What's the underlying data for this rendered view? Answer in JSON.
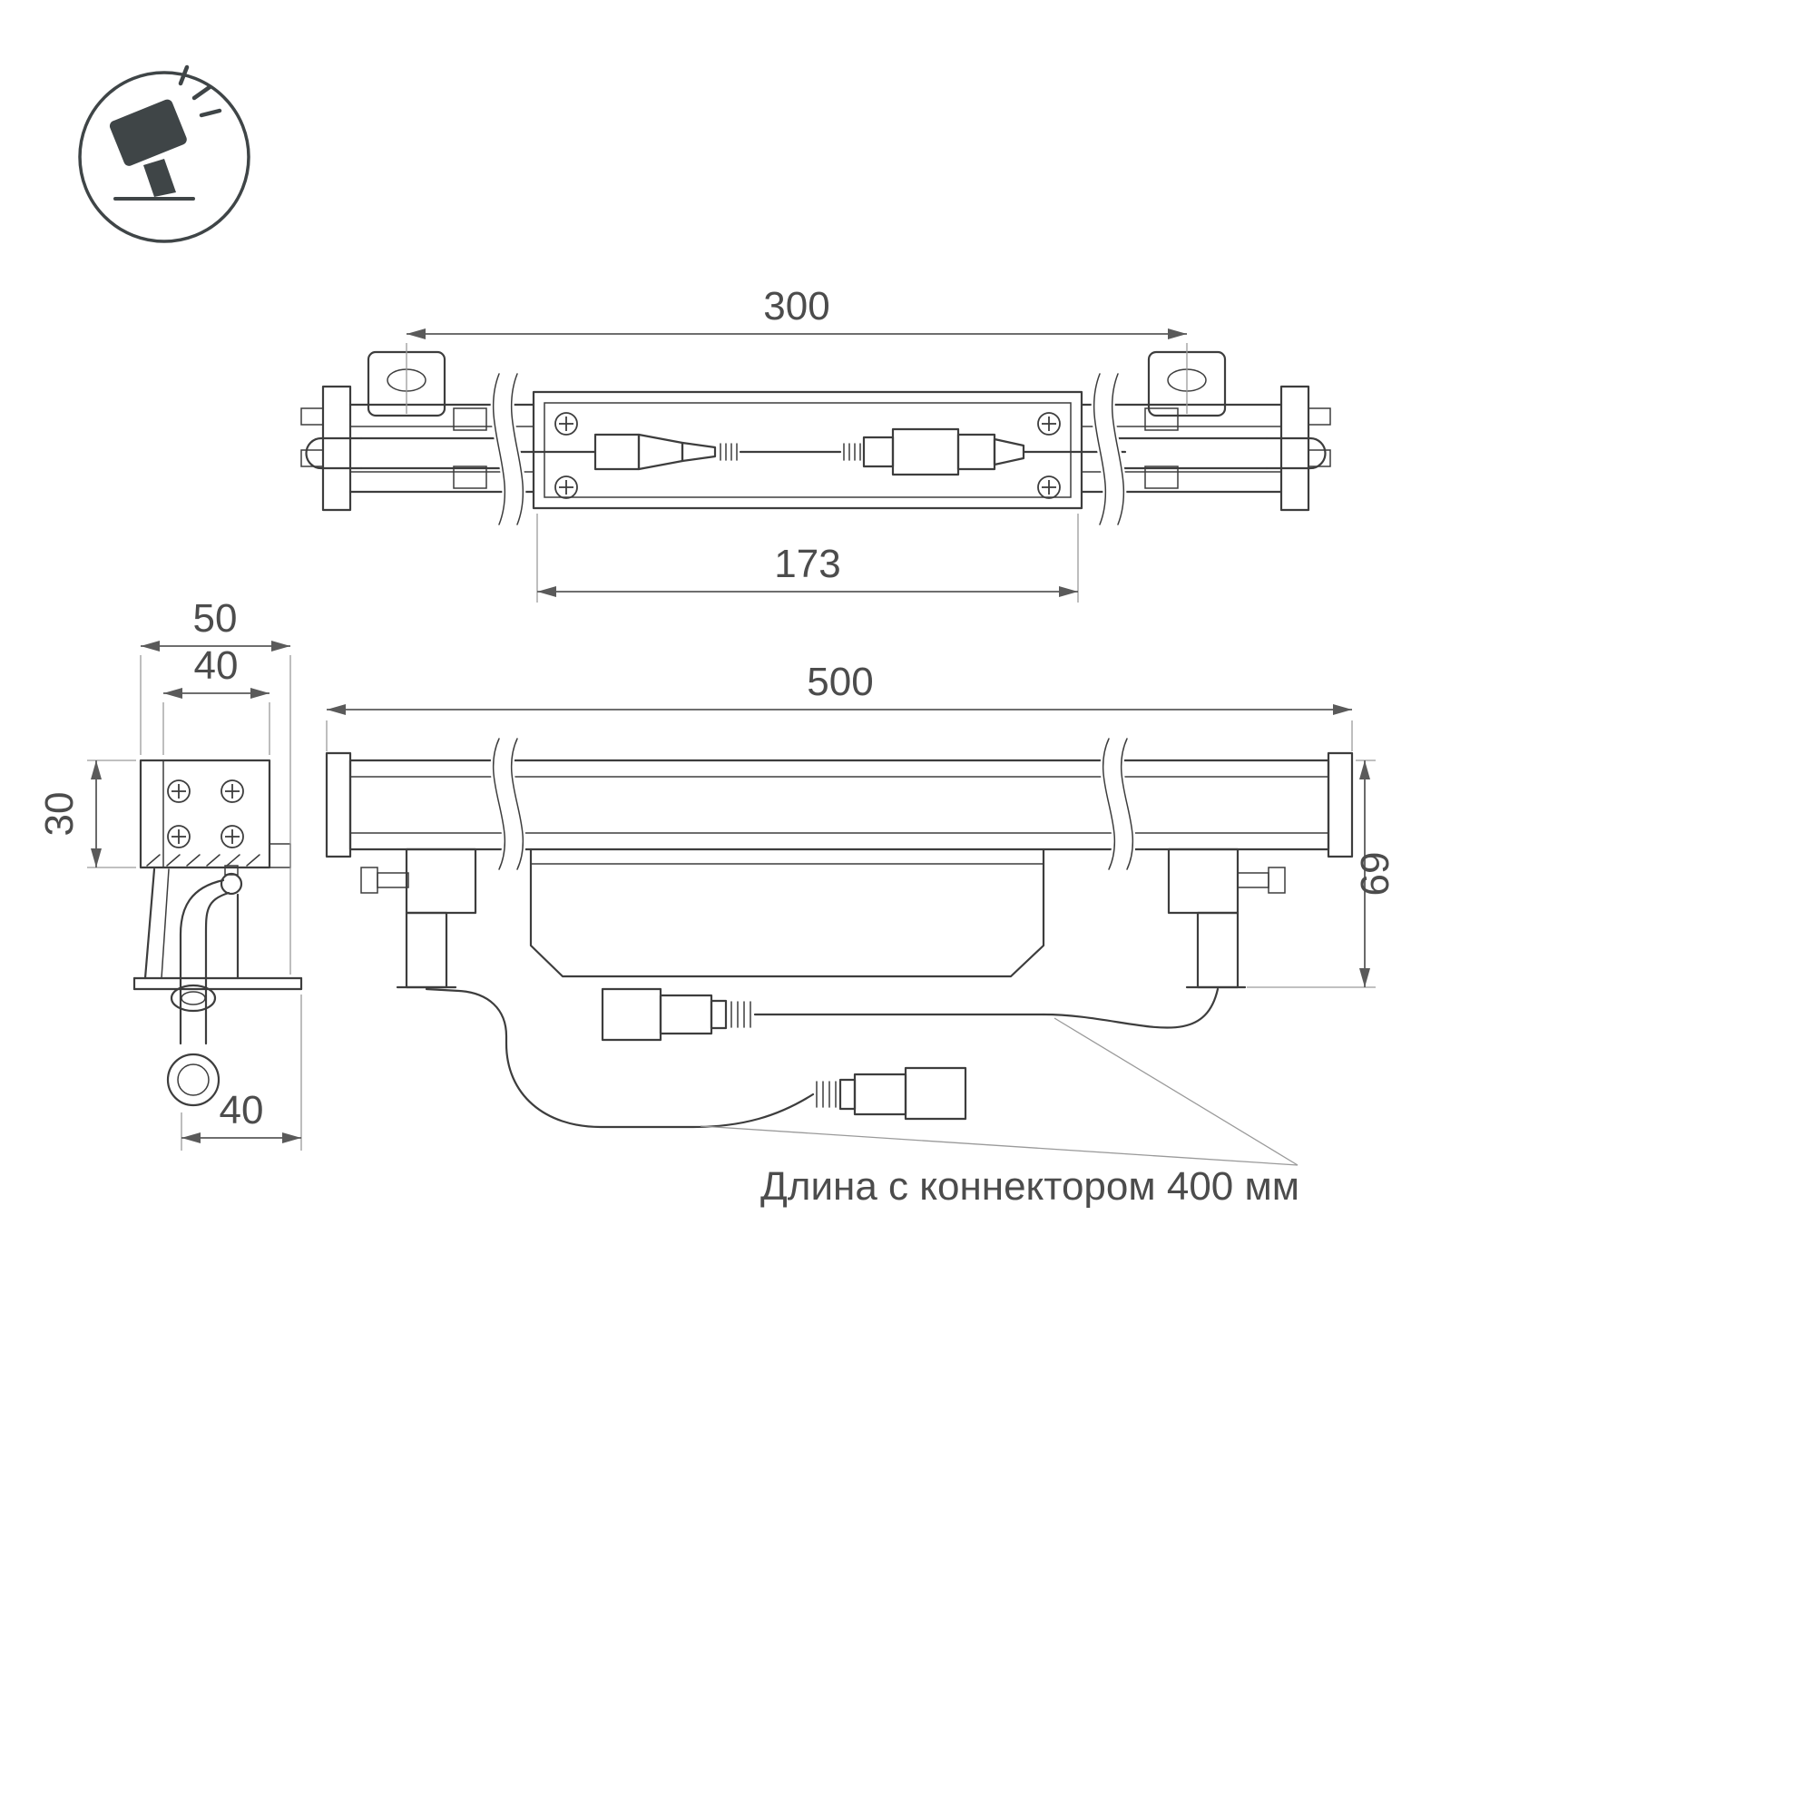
{
  "colors": {
    "background": "#ffffff",
    "drawing_line": "#3d3d3d",
    "dimension_line": "#5a5a5a",
    "text": "#4c4c4c"
  },
  "icon": {
    "name": "floodlight-category-icon"
  },
  "top_view": {
    "dim_mounting_distance": "300",
    "dim_body_inner": "173"
  },
  "side_view": {
    "dim_overall_width": "50",
    "dim_body_width": "40",
    "dim_body_height": "30",
    "dim_bottom_offset": "40"
  },
  "front_view": {
    "dim_overall_length": "500",
    "dim_overall_height": "69"
  },
  "annotation": {
    "connector_length_note": "Длина с коннектором 400 мм"
  }
}
